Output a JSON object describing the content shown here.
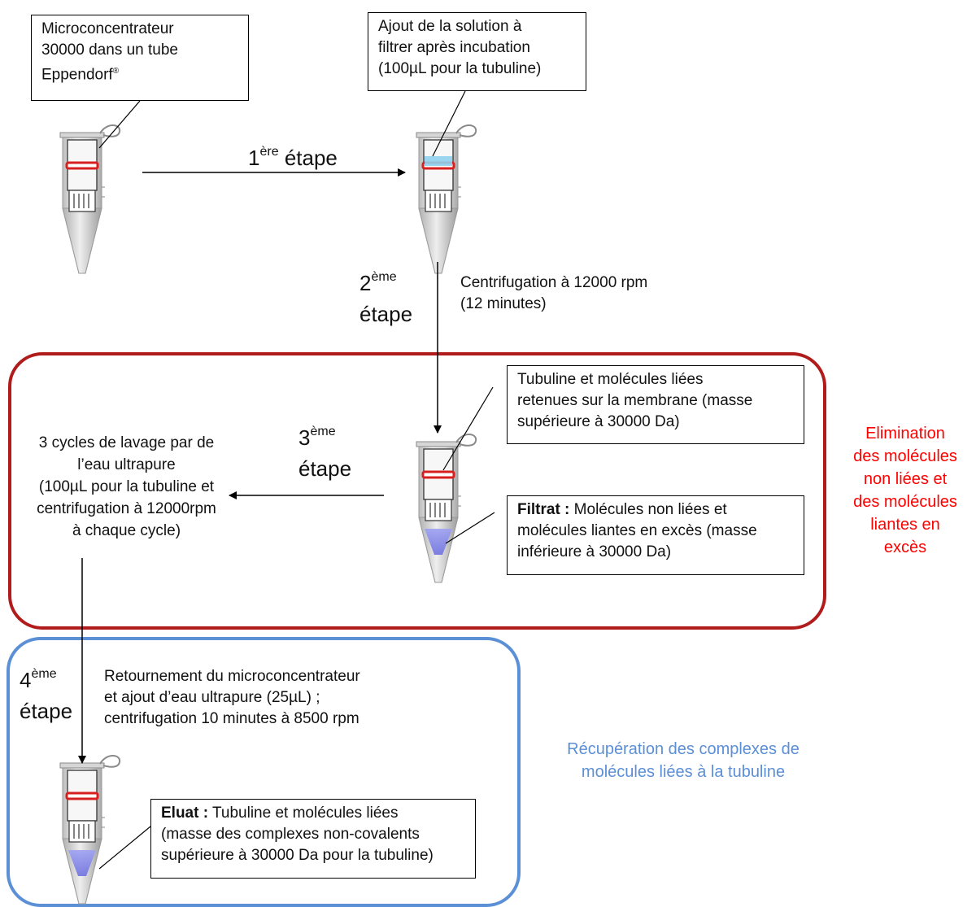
{
  "colors": {
    "red_region": "#b01c1c",
    "red_text": "#ff0000",
    "blue_region": "#5b8fd6",
    "blue_text": "#5b8fd6",
    "membrane": "#d81f1f",
    "solution": "#8fd0ee",
    "filtrate": "#7a7de8"
  },
  "icons": [
    "eppendorf-tube-icon"
  ],
  "boxes": {
    "microconcentrator": {
      "line1": "Microconcentrateur",
      "line2": "30000 dans un tube",
      "line3_prefix": "Eppendorf",
      "line3_sup": "®"
    },
    "add_solution": {
      "line1": "Ajout de la solution à",
      "line2": "filtrer après incubation",
      "line3": "(100µL pour la tubuline)"
    },
    "retained": {
      "line1": "Tubuline et molécules liées",
      "line2": "retenues sur la membrane (masse",
      "line3": "supérieure à 30000 Da)"
    },
    "filtrate": {
      "label": "Filtrat :",
      "line1_rest": " Molécules non liées et",
      "line2": "molécules liantes en excès (masse",
      "line3": "inférieure à 30000 Da)"
    },
    "eluate": {
      "label": "Eluat :",
      "line1_rest": " Tubuline et molécules liées",
      "line2": "(masse des complexes non-covalents",
      "line3": "supérieure à  30000 Da pour la tubuline)"
    }
  },
  "steps": {
    "step1": {
      "num": "1",
      "sup": "ère",
      "word": "étape"
    },
    "step2": {
      "num": "2",
      "sup": "ème",
      "word": "étape"
    },
    "step3": {
      "num": "3",
      "sup": "ème",
      "word": "étape"
    },
    "step4": {
      "num": "4",
      "sup": "ème",
      "word": "étape"
    }
  },
  "labels": {
    "centrifugation": {
      "line1": "Centrifugation à 12000 rpm",
      "line2": "(12 minutes)"
    },
    "washing": {
      "line1": "3 cycles de lavage par de",
      "line2": "l’eau ultrapure",
      "line3": "(100µL pour la tubuline et",
      "line4": "centrifugation à 12000rpm",
      "line5": "à chaque cycle)"
    },
    "inversion": {
      "line1": "Retournement du microconcentrateur",
      "line2": "et ajout d’eau ultrapure (25µL) ;",
      "line3": "centrifugation 10 minutes à 8500 rpm"
    }
  },
  "regions": {
    "elimination": [
      "Elimination",
      "des molécules",
      "non liées et",
      "des molécules",
      "liantes en",
      "excès"
    ],
    "recovery": [
      "Récupération des complexes de",
      "molécules liées à la tubuline"
    ]
  }
}
